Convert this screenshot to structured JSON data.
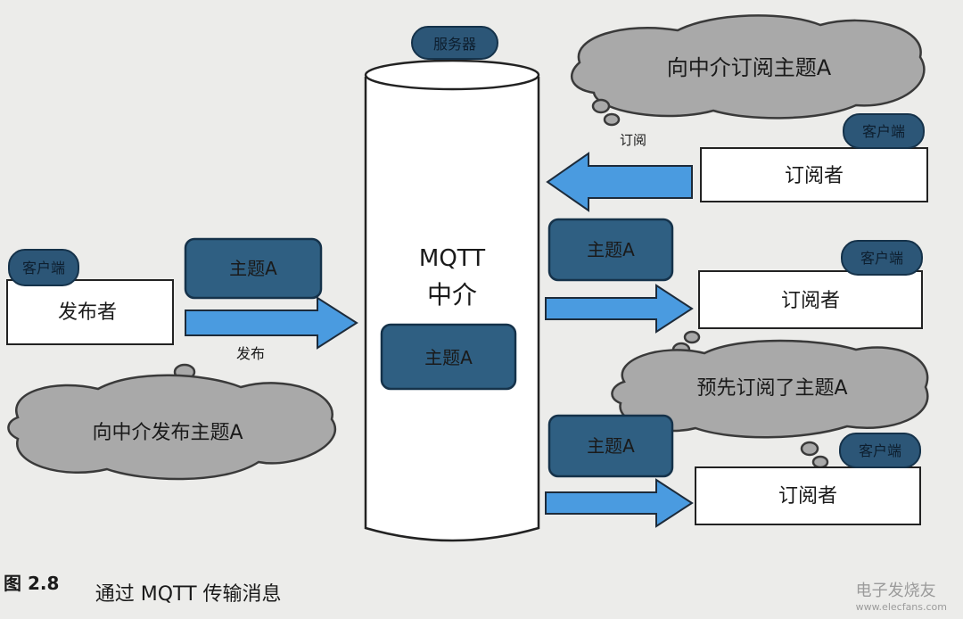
{
  "server_badge": "服务器",
  "broker_label_line1": "MQTT",
  "broker_label_line2": "中介",
  "topic_label": "主题A",
  "publisher": {
    "badge": "客户端",
    "label": "发布者",
    "action": "发布",
    "thought": "向中介发布主题A"
  },
  "subscriber_top": {
    "badge": "客户端",
    "label": "订阅者",
    "action": "订阅",
    "thought": "向中介订阅主题A"
  },
  "subscriber_mid": {
    "badge": "客户端",
    "label": "订阅者"
  },
  "subscriber_bottom": {
    "badge": "客户端",
    "label": "订阅者"
  },
  "preset_thought": "预先订阅了主题A",
  "caption": {
    "figure": "图 2.8",
    "text": "通过 MQTT 传输消息"
  },
  "watermark": {
    "main": "电子发烧友",
    "sub": "www.elecfans.com"
  },
  "colors": {
    "topic_box": "#2f5f82",
    "arrow": "#4a9be0",
    "cloud": "#a9a9a9",
    "background": "#ececea"
  }
}
